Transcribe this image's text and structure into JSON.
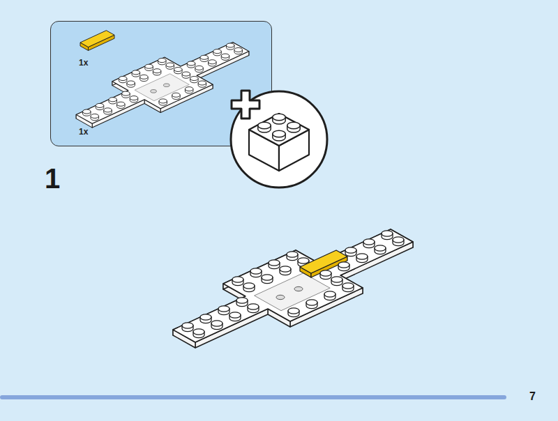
{
  "diagram": {
    "nodes": [
      {
        "text": [
          "1x",
          "1x"
        ]
      }
    ],
    "labels": [
      "1",
      "7"
    ]
  }
}
